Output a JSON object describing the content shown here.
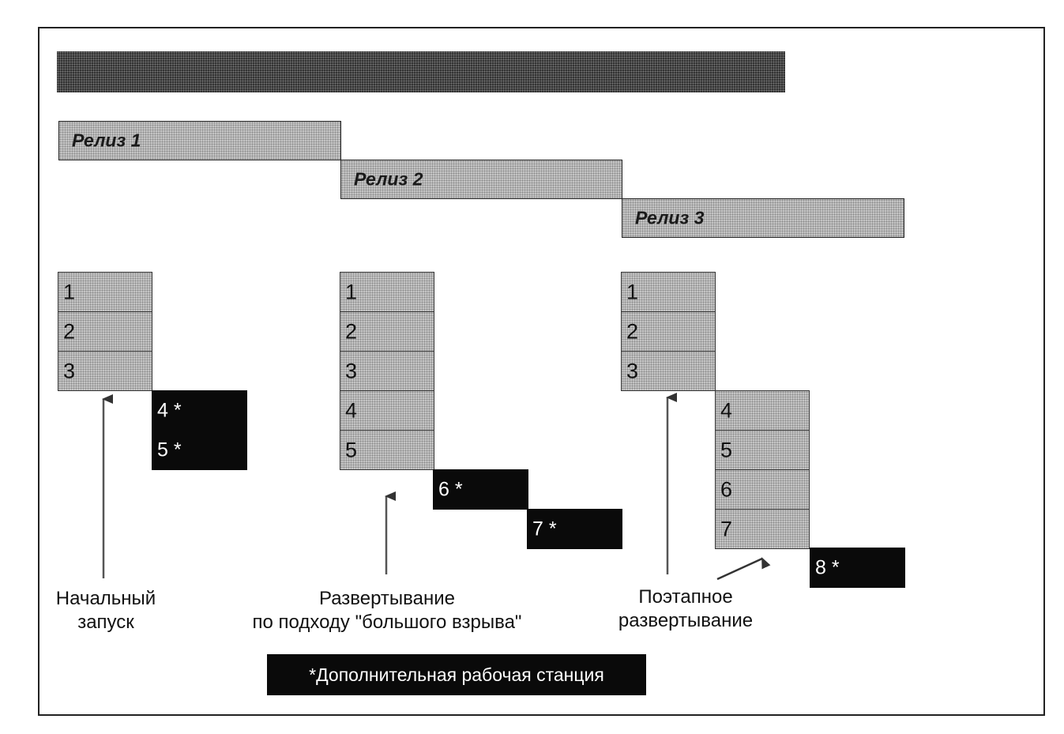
{
  "releases": [
    {
      "label": "Релиз 1"
    },
    {
      "label": "Релиз 2"
    },
    {
      "label": "Релиз 3"
    }
  ],
  "strategies": [
    {
      "name": "initial",
      "caption_line1": "Начальный",
      "caption_line2": "запуск",
      "cells": [
        {
          "label": "1",
          "added": false
        },
        {
          "label": "2",
          "added": false
        },
        {
          "label": "3",
          "added": false
        },
        {
          "label": "4 *",
          "added": true
        },
        {
          "label": "5 *",
          "added": true
        }
      ]
    },
    {
      "name": "big-bang",
      "caption_line1": "Развертывание",
      "caption_line2": "по подходу \"большого взрыва\"",
      "cells": [
        {
          "label": "1",
          "added": false
        },
        {
          "label": "2",
          "added": false
        },
        {
          "label": "3",
          "added": false
        },
        {
          "label": "4",
          "added": false
        },
        {
          "label": "5",
          "added": false
        },
        {
          "label": "6 *",
          "added": true
        },
        {
          "label": "7 *",
          "added": true
        }
      ]
    },
    {
      "name": "phased",
      "caption_line1": "Поэтапное",
      "caption_line2": "развертывание",
      "cells": [
        {
          "label": "1",
          "added": false
        },
        {
          "label": "2",
          "added": false
        },
        {
          "label": "3",
          "added": false
        },
        {
          "label": "4",
          "added": false
        },
        {
          "label": "5",
          "added": false
        },
        {
          "label": "6",
          "added": false
        },
        {
          "label": "7",
          "added": false
        },
        {
          "label": "8 *",
          "added": true
        }
      ]
    }
  ],
  "legend": "*Дополнительная рабочая станция"
}
